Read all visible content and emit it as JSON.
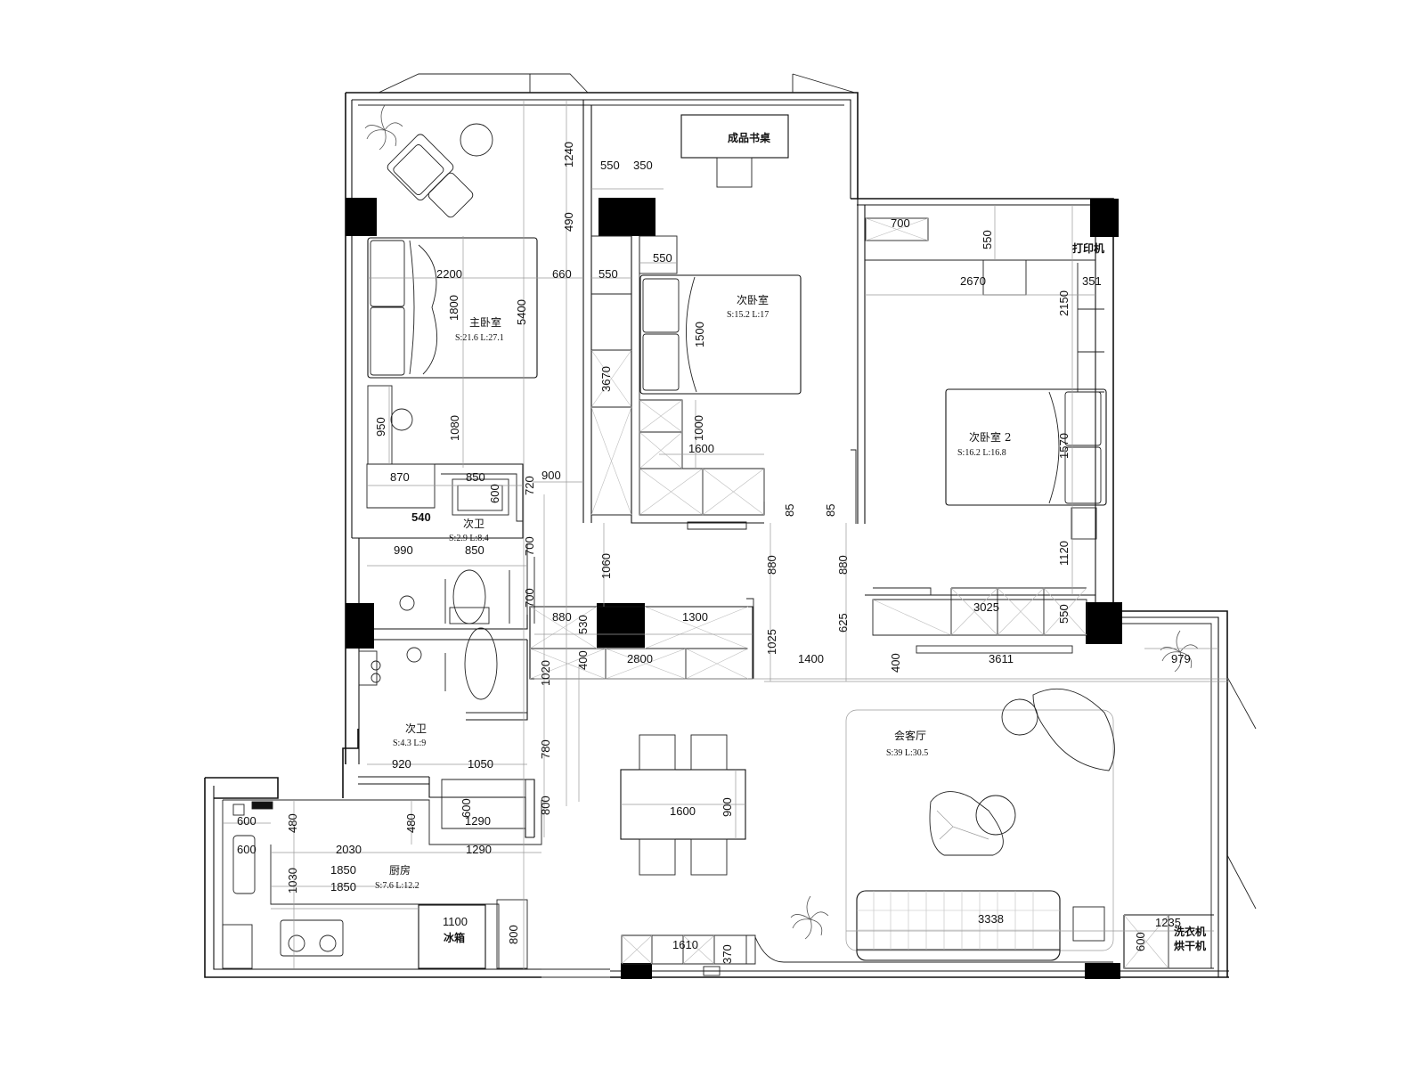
{
  "drawing": {
    "type": "apartment-floor-plan",
    "units": "mm"
  },
  "rooms": {
    "master_bedroom": {
      "name": "主卧室",
      "area": "S:21.6 L:27.1"
    },
    "bedroom_2": {
      "name": "次卧室",
      "area": "S:15.2 L:17"
    },
    "bedroom_3": {
      "name": "次卧室 2",
      "area": "S:16.2 L:16.8"
    },
    "bath_1": {
      "name": "次卫",
      "area": "S:2.9 L:8.4"
    },
    "bath_2": {
      "name": "次卫",
      "area": "S:4.3 L:9"
    },
    "kitchen": {
      "name": "厨房",
      "area": "S:7.6 L:12.2"
    },
    "living": {
      "name": "会客厅",
      "area": "S:39 L:30.5"
    }
  },
  "labels": {
    "desk": "成品书桌",
    "printer": "打印机",
    "fridge": "冰箱",
    "washer": "洗衣机",
    "dryer": "烘干机"
  },
  "dimensions": {
    "d1240": "1240",
    "d490": "490",
    "d550a": "550",
    "d350": "350",
    "d2200": "2200",
    "d660": "660",
    "d550b": "550",
    "d550c": "550",
    "d1800": "1800",
    "d5400": "5400",
    "d3670": "3670",
    "d1500": "1500",
    "d700a": "700",
    "d550d": "550",
    "d2670": "2670",
    "d351": "351",
    "d2150": "2150",
    "d1570": "1570",
    "d1120": "1120",
    "d950": "950",
    "d1080": "1080",
    "d1000": "1000",
    "d1600a": "1600",
    "d870": "870",
    "d850a": "850",
    "d600a": "600",
    "d720": "720",
    "d900a": "900",
    "d540": "540",
    "d990": "990",
    "d850b": "850",
    "d700b": "700",
    "d700c": "700",
    "d1060": "1060",
    "d880a": "880",
    "d880b": "880",
    "d85a": "85",
    "d85b": "85",
    "d880c": "880",
    "d530": "530",
    "d1300": "1300",
    "d625": "625",
    "d3025": "3025",
    "d550e": "550",
    "d400a": "400",
    "d2800": "2800",
    "d1025": "1025",
    "d1400": "1400",
    "d400b": "400",
    "d3611": "3611",
    "d979": "979",
    "d1020": "1020",
    "d780": "780",
    "d920": "920",
    "d1050": "1050",
    "d600b": "600",
    "d480a": "480",
    "d480b": "480",
    "d1290a": "1290",
    "d800a": "800",
    "d600c": "600",
    "d2030": "2030",
    "d1290b": "1290",
    "d1030": "1030",
    "d1850a": "1850",
    "d1850b": "1850",
    "d1100": "1100",
    "d800b": "800",
    "d1600b": "1600",
    "d900b": "900",
    "d1610": "1610",
    "d370": "370",
    "d3338": "3338",
    "d1235": "1235",
    "d600d": "600"
  },
  "icons": {
    "plant": "potted-plant-icon",
    "armchair": "armchair-icon",
    "bed": "double-bed-icon",
    "toilet": "toilet-icon",
    "sink": "sink-icon",
    "stove": "gas-stove-icon",
    "column": "structural-column"
  }
}
